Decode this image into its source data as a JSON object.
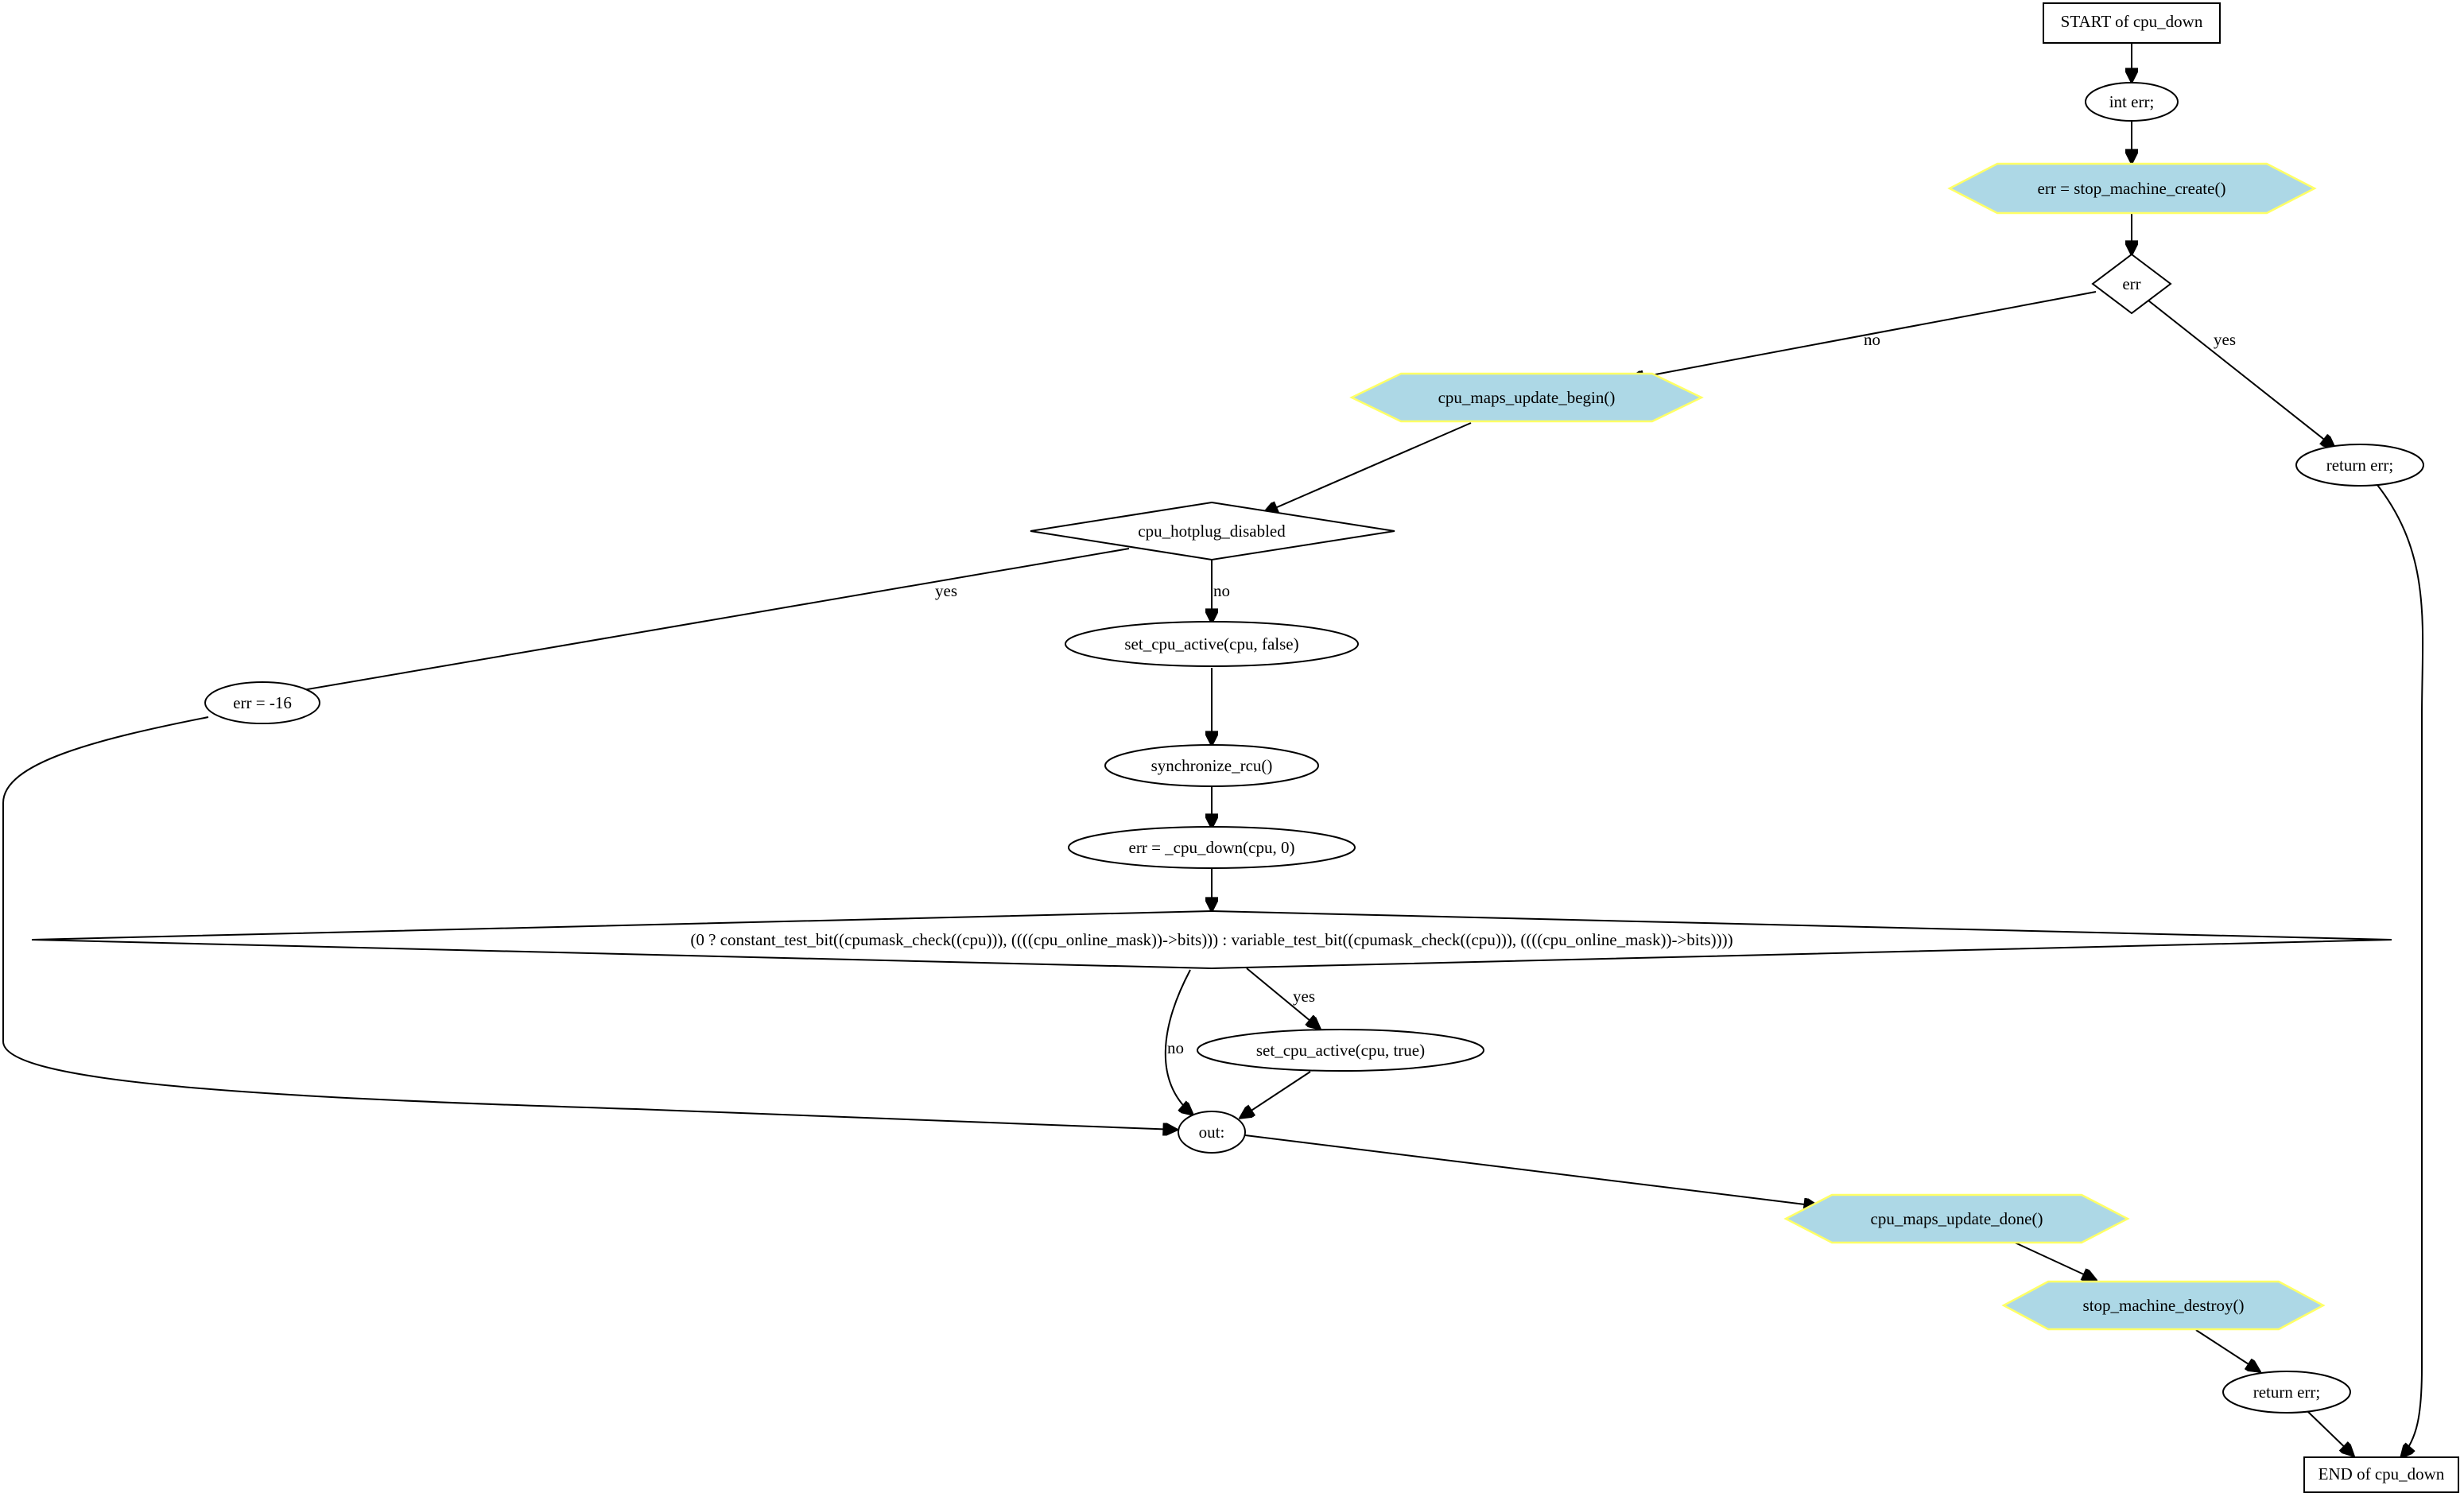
{
  "nodes": {
    "start": "START of cpu_down",
    "decl_err": "int err;",
    "stop_machine_create": "err = stop_machine_create()",
    "check_err": "err",
    "return_err_early": "return err;",
    "cpu_maps_update_begin": "cpu_maps_update_begin()",
    "check_hotplug_disabled": "cpu_hotplug_disabled",
    "err_ebusy": "err = -16",
    "set_cpu_active_false": "set_cpu_active(cpu, false)",
    "synchronize_rcu": "synchronize_rcu()",
    "do_cpu_down": "err = _cpu_down(cpu, 0)",
    "check_online": "(0 ? constant_test_bit((cpumask_check((cpu))), ((((cpu_online_mask))->bits))) : variable_test_bit((cpumask_check((cpu))), ((((cpu_online_mask))->bits))))",
    "set_cpu_active_true": "set_cpu_active(cpu, true)",
    "out_label": "out:",
    "cpu_maps_update_done": "cpu_maps_update_done()",
    "stop_machine_destroy": "stop_machine_destroy()",
    "return_err_final": "return err;",
    "end": "END of cpu_down"
  },
  "edge_labels": {
    "err_no": "no",
    "err_yes": "yes",
    "hotplug_yes": "yes",
    "hotplug_no": "no",
    "online_yes": "yes",
    "online_no": "no"
  },
  "colors": {
    "call_fill": "#add8e6",
    "call_stroke": "#ffff66",
    "stroke": "#000000"
  }
}
